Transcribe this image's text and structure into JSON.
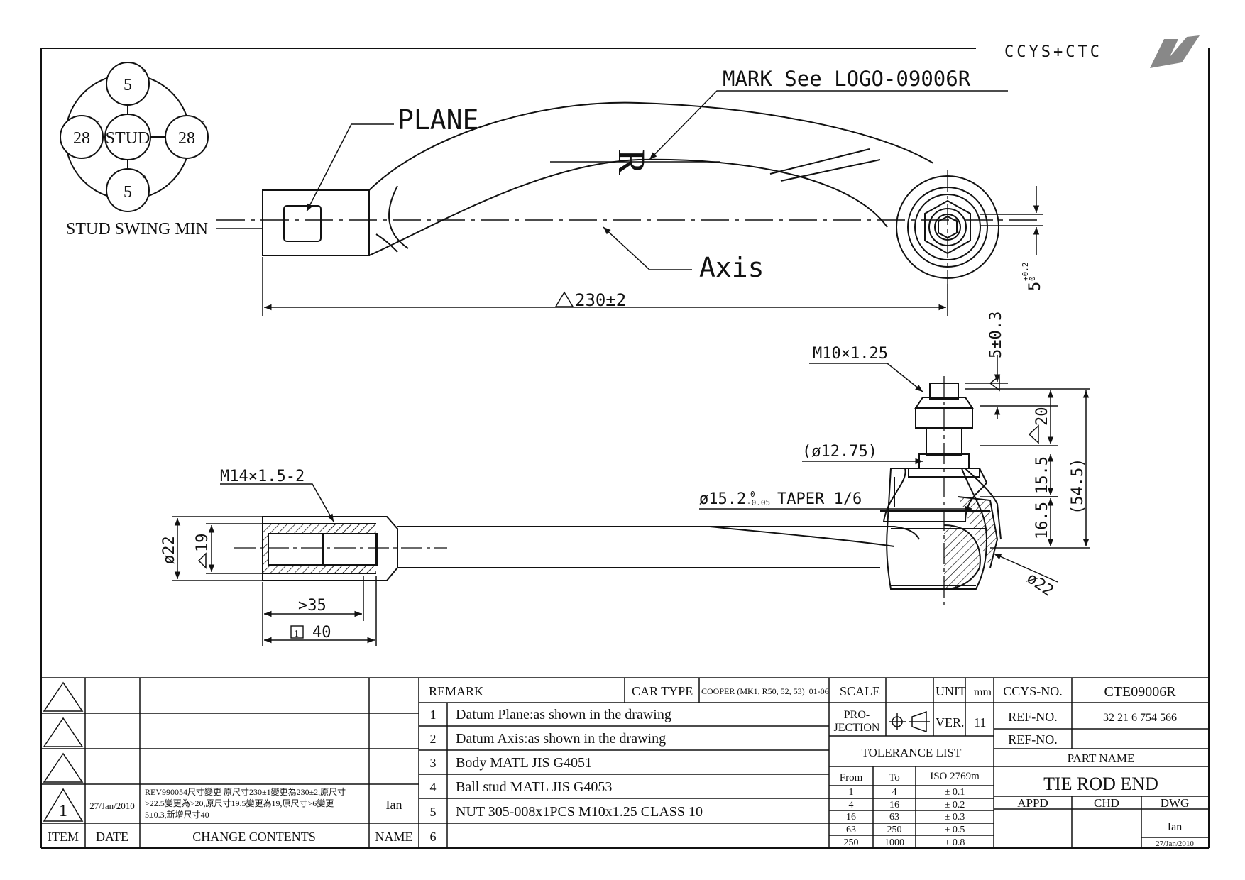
{
  "logo": {
    "text": "CCYS+CTC"
  },
  "drawing": {
    "stud_diagram": {
      "center_label": "STUD",
      "top": "5",
      "bottom": "5",
      "left": "28",
      "right": "28",
      "degree": "°",
      "caption": "STUD SWING MIN"
    },
    "labels": {
      "mark": "MARK See LOGO-09006R",
      "plane": "PLANE",
      "r_mark": "R",
      "axis": "Axis",
      "length": "230±2",
      "width_5": "5",
      "width_5_tol_top": "+0.2",
      "width_5_tol_bottom": "0",
      "m10": "M10×1.25",
      "d5": "5±0.3",
      "d20": "20",
      "d15_5": "15.5",
      "d16_5": "16.5",
      "d54_5": "(54.5)",
      "phi12_75": "(ø12.75)",
      "taper": "ø15.2",
      "taper_tol_top": "0",
      "taper_tol_bottom": "-0.05",
      "taper_text": "TAPER 1/6",
      "phi22_ball": "ø22",
      "m14": "M14×1.5-2",
      "phi22": "ø22",
      "phi19": "19",
      "d35": ">35",
      "d40": "40",
      "d40_box": "1"
    }
  },
  "title_block": {
    "revisions": [
      {
        "item": "",
        "date": "",
        "contents": "",
        "name": ""
      },
      {
        "item": "",
        "date": "",
        "contents": "",
        "name": ""
      },
      {
        "item": "",
        "date": "",
        "contents": "",
        "name": ""
      },
      {
        "item": "1",
        "date": "27/Jan/2010",
        "contents_line1": "REV990054尺寸變更 原尺寸230±1變更為230±2,原尺寸",
        "contents_line2": ">22.5變更為>20,原尺寸19.5變更為19,原尺寸>6變更",
        "contents_line3": "5±0.3,新增尺寸40",
        "name": "Ian"
      }
    ],
    "revision_headers": {
      "item": "ITEM",
      "date": "DATE",
      "contents": "CHANGE CONTENTS",
      "name": "NAME"
    },
    "remark_header": "REMARK",
    "car_type_label": "CAR TYPE",
    "car_type_value": "COOPER (MK1, R50, 52, 53)_01-06",
    "remarks": [
      {
        "no": "1",
        "text": "Datum Plane:as shown in the drawing"
      },
      {
        "no": "2",
        "text": "Datum Axis:as shown in the drawing"
      },
      {
        "no": "3",
        "text": "Body MATL JIS G4051"
      },
      {
        "no": "4",
        "text": "Ball stud MATL JIS G4053"
      },
      {
        "no": "5",
        "text": "NUT 305-008x1PCS M10x1.25 CLASS 10"
      },
      {
        "no": "6",
        "text": ""
      }
    ],
    "scale_label": "SCALE",
    "scale_value": "",
    "unit_label": "UNIT",
    "unit_value": "mm",
    "projection_label_1": "PRO-",
    "projection_label_2": "JECTION",
    "ver_label": "VER.",
    "ver_value": "11",
    "tolerance_title": "TOLERANCE LIST",
    "tolerance_headers": {
      "from": "From",
      "to": "To",
      "iso": "ISO 2769m"
    },
    "tolerance_rows": [
      {
        "from": "1",
        "to": "4",
        "tol": "± 0.1"
      },
      {
        "from": "4",
        "to": "16",
        "tol": "± 0.2"
      },
      {
        "from": "16",
        "to": "63",
        "tol": "± 0.3"
      },
      {
        "from": "63",
        "to": "250",
        "tol": "± 0.5"
      },
      {
        "from": "250",
        "to": "1000",
        "tol": "± 0.8"
      }
    ],
    "ccys_no_label": "CCYS-NO.",
    "ccys_no_value": "CTE09006R",
    "ref_no_label": "REF-NO.",
    "ref_no_value": "32 21 6 754 566",
    "ref_no_label_2": "REF-NO.",
    "ref_no_value_2": "",
    "part_name_label": "PART NAME",
    "part_name_value": "TIE ROD END",
    "appd_label": "APPD",
    "chd_label": "CHD",
    "dwg_label": "DWG",
    "dwg_name": "Ian",
    "dwg_date": "27/Jan/2010"
  }
}
